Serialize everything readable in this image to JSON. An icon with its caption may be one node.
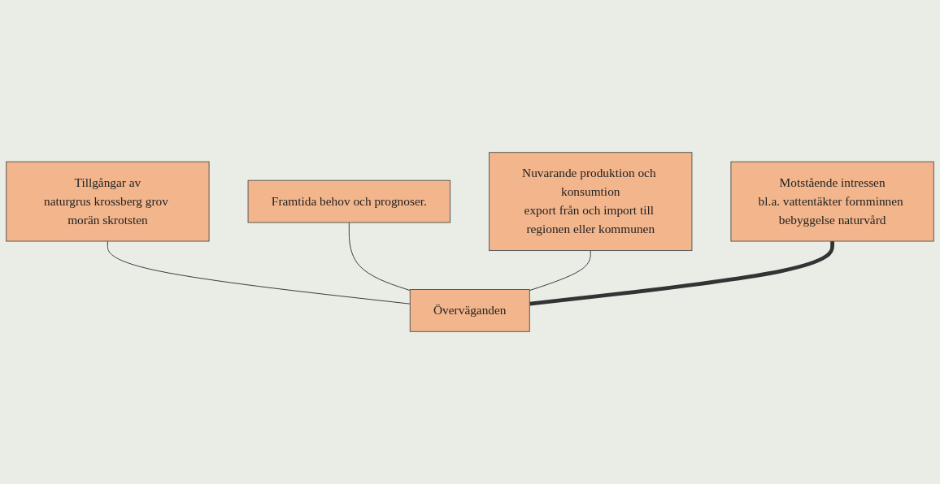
{
  "diagram": {
    "nodes": [
      {
        "text": [
          "Tillgångar av",
          "naturgrus krossberg grov morän skrotsten"
        ]
      },
      {
        "text": [
          "Motstående intressen",
          "bl.a. vattentäkter fornminnen bebyggelse naturvård"
        ]
      },
      {
        "text": [
          "Framtida behov och prognoser."
        ]
      },
      {
        "text": [
          "Nuvarande produktion och konsumtion",
          "export från och import till regionen eller kommunen"
        ]
      },
      {
        "text": [
          "Överväganden"
        ]
      }
    ],
    "edges": [
      {
        "from": 0,
        "to": 4,
        "arrow": "none"
      },
      {
        "from": 2,
        "to": 4,
        "arrow": "none"
      },
      {
        "from": 3,
        "to": 4,
        "arrow": "none"
      },
      {
        "from": 1,
        "to": 4,
        "arrow": "none",
        "style": "thick"
      }
    ]
  }
}
